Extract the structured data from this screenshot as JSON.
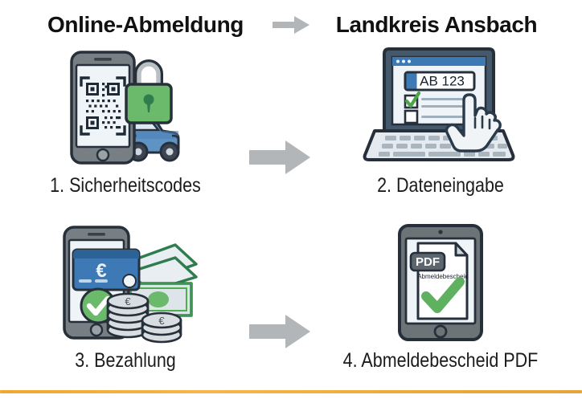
{
  "header": {
    "left_title": "Online-Abmeldung",
    "right_title": "Landkreis Ansbach",
    "arrow_icon": "arrow-right-icon"
  },
  "steps": [
    {
      "number": "1.",
      "label": "1. Sicherheitscodes",
      "art_icon": "smartphone-qr-lock-car-icon",
      "art_parts": [
        "smartphone",
        "qr-code",
        "padlock",
        "car"
      ]
    },
    {
      "number": "2.",
      "label": "2. Dateneingabe",
      "art_icon": "laptop-form-cursor-icon",
      "art_parts": [
        "laptop",
        "license-plate",
        "checkbox-list",
        "hand-cursor"
      ],
      "plate_text": "AB 123"
    },
    {
      "number": "3.",
      "label": "3. Bezahlung",
      "art_icon": "smartphone-payment-money-icon",
      "art_parts": [
        "smartphone",
        "credit-card",
        "euro-symbol",
        "check-circle",
        "banknotes",
        "coins"
      ],
      "currency_symbol": "€"
    },
    {
      "number": "4.",
      "label": "4. Abmeldebescheid PDF",
      "art_icon": "tablet-pdf-document-icon",
      "art_parts": [
        "tablet",
        "document",
        "pdf-badge",
        "check-mark"
      ],
      "pdf_badge_text": "PDF",
      "document_title": "Abmeldebescheid"
    }
  ],
  "arrows": {
    "top_icon": "arrow-right-icon",
    "bottom_icon": "arrow-right-icon"
  },
  "footer": {
    "accent_icon": "accent-bar"
  },
  "colors": {
    "text": "#111111",
    "arrow_gray": "#b3b6b8",
    "outline": "#2b3a4a",
    "green": "#6bb96b",
    "green_dark": "#2f7d4f",
    "blue": "#4a82b8",
    "blue_dark": "#2c6ea5",
    "device_gray": "#6d7478",
    "screen": "#eef3f7",
    "accent_orange": "#f3a62b"
  }
}
